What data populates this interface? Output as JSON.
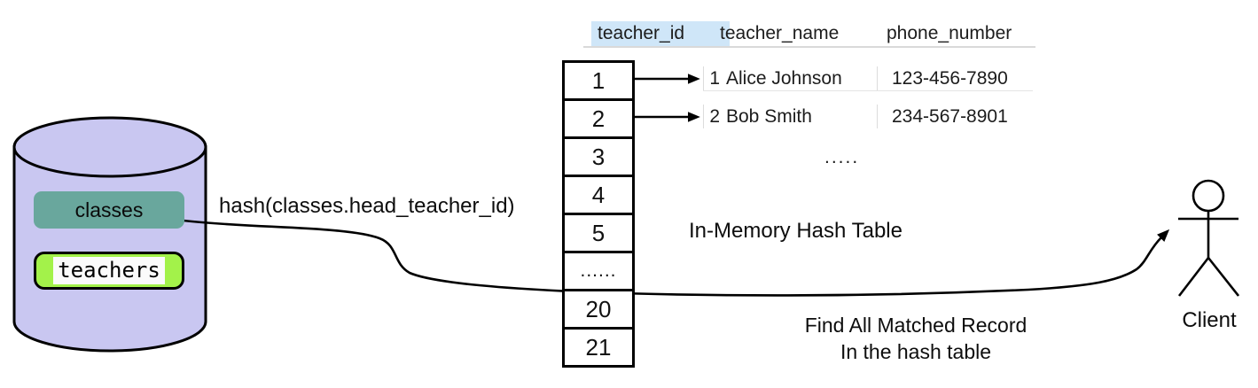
{
  "database": {
    "tables": [
      {
        "label": "classes"
      },
      {
        "label": "teachers"
      }
    ]
  },
  "labels": {
    "hash_function": "hash(classes.head_teacher_id)",
    "hash_table_caption": "In-Memory Hash Table",
    "annotation_line1": "Find All Matched Record",
    "annotation_line2": "In the hash table",
    "client": "Client"
  },
  "hash_table": {
    "cells": [
      "1",
      "2",
      "3",
      "4",
      "5",
      "......",
      "20",
      "21"
    ]
  },
  "records": {
    "headers": [
      "teacher_id",
      "teacher_name",
      "phone_number"
    ],
    "rows": [
      {
        "id": "1",
        "name": "Alice Johnson",
        "phone": "123-456-7890"
      },
      {
        "id": "2",
        "name": "Bob Smith",
        "phone": "234-567-8901"
      }
    ],
    "ellipsis": "....."
  },
  "colors": {
    "cylinder_fill": "#c9c7f1",
    "classes_fill": "#69a79d",
    "teachers_fill": "#a3f24a",
    "teachers_text_bg": "#fbfbfb",
    "header_highlight": "#cfe6f8",
    "header_underline": "#d9d9d9",
    "stroke": "#000000"
  }
}
